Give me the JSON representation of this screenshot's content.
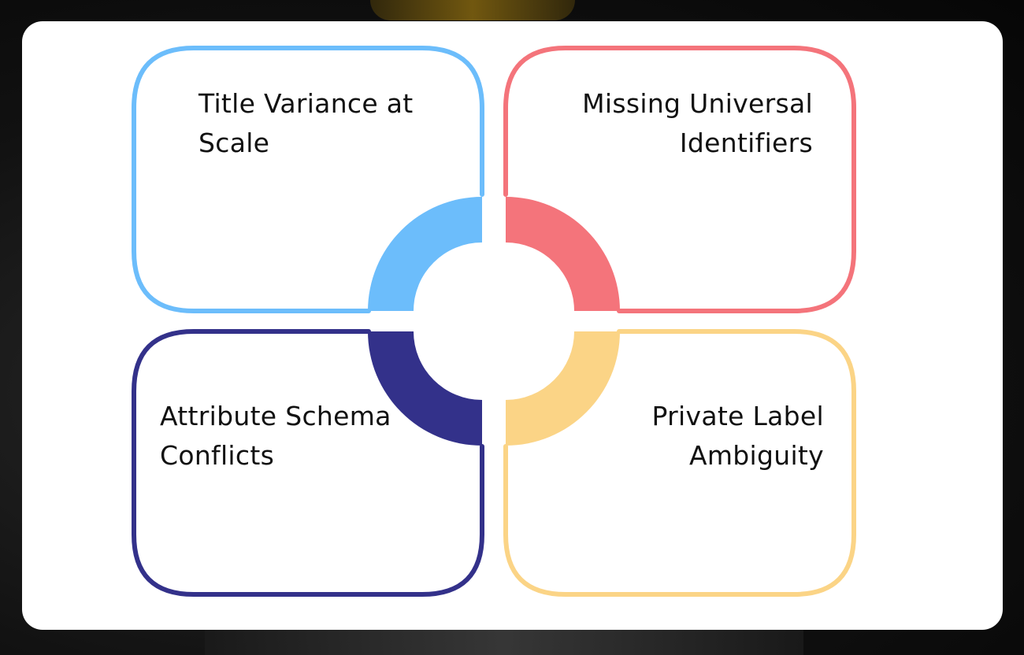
{
  "diagram": {
    "quadrants": [
      {
        "id": "top-left",
        "label": "Title Variance at Scale",
        "color": "#6cbdfb"
      },
      {
        "id": "top-right",
        "label": "Missing Universal Identifiers",
        "color": "#f4747b"
      },
      {
        "id": "bottom-left",
        "label": "Attribute Schema Conflicts",
        "color": "#33318a"
      },
      {
        "id": "bottom-right",
        "label": "Private Label Ambiguity",
        "color": "#fbd486"
      }
    ]
  }
}
